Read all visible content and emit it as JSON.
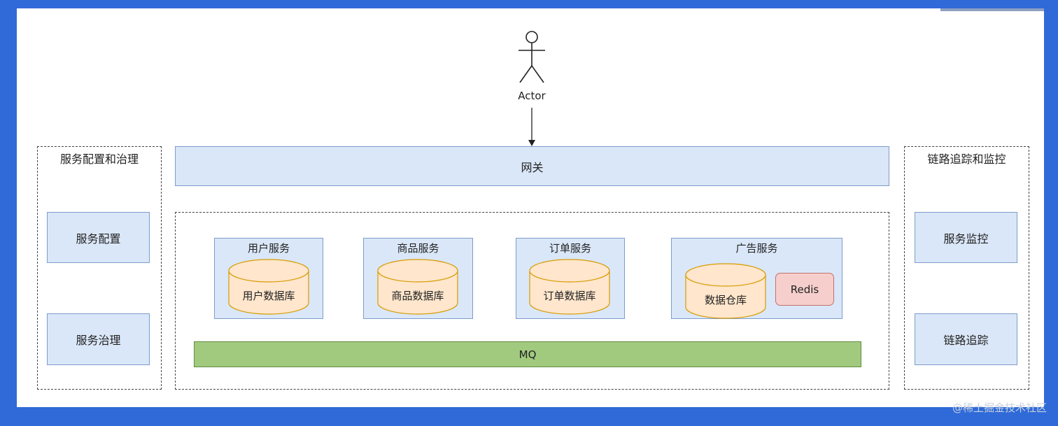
{
  "actor": {
    "label": "Actor"
  },
  "gateway": {
    "label": "网关"
  },
  "left_panel": {
    "title": "服务配置和治理",
    "items": [
      "服务配置",
      "服务治理"
    ]
  },
  "right_panel": {
    "title": "链路追踪和监控",
    "items": [
      "服务监控",
      "链路追踪"
    ]
  },
  "services": [
    {
      "title": "用户服务",
      "db": "用户数据库"
    },
    {
      "title": "商品服务",
      "db": "商品数据库"
    },
    {
      "title": "订单服务",
      "db": "订单数据库"
    },
    {
      "title": "广告服务",
      "db": "数据仓库",
      "cache": "Redis"
    }
  ],
  "mq": {
    "label": "MQ"
  },
  "watermark": "@稀土掘金技术社区",
  "colors": {
    "page_border": "#2f6ad8",
    "box_fill": "#dae7f8",
    "box_stroke": "#7d9ccc",
    "db_fill": "#ffe6cc",
    "db_stroke": "#d79b00",
    "redis_fill": "#f6cfcc",
    "mq_fill": "#a1ca7f"
  }
}
